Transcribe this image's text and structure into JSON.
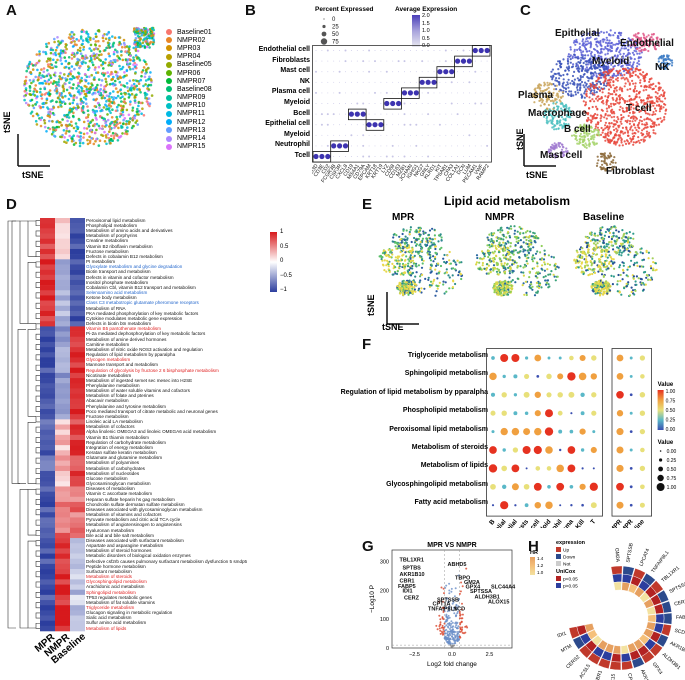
{
  "panels": {
    "A": {
      "letter": "A",
      "ylabel": "tSNE",
      "xlabel": "tSNE",
      "legend": [
        {
          "name": "Baseline01",
          "color": "#f8766d"
        },
        {
          "name": "NMPR02",
          "color": "#e88526"
        },
        {
          "name": "MPR03",
          "color": "#d39200"
        },
        {
          "name": "MPR04",
          "color": "#b79f00"
        },
        {
          "name": "Baseline05",
          "color": "#93aa00"
        },
        {
          "name": "MPR06",
          "color": "#5eb300"
        },
        {
          "name": "NMPR07",
          "color": "#00ba38"
        },
        {
          "name": "Baseline08",
          "color": "#00bf74"
        },
        {
          "name": "NMPR09",
          "color": "#00c19f"
        },
        {
          "name": "NMPR10",
          "color": "#00bfc4"
        },
        {
          "name": "NMPR11",
          "color": "#00b9e3"
        },
        {
          "name": "NMPR12",
          "color": "#00adfa"
        },
        {
          "name": "NMPR13",
          "color": "#619cff"
        },
        {
          "name": "NMPR14",
          "color": "#ae87ff"
        },
        {
          "name": "NMPR15",
          "color": "#db72fb"
        }
      ]
    },
    "B": {
      "letter": "B",
      "pct_title": "Percent Expressed",
      "pct_values": [
        "0",
        "25",
        "50",
        "75"
      ],
      "avg_title": "Average Expression",
      "avg_ticks": [
        "2.0",
        "1.5",
        "1.0",
        "0.5",
        "0.0"
      ],
      "rows": [
        "Endothelial cell",
        "Fibroblasts",
        "Mast cell",
        "NK",
        "Plasma cell",
        "Myeloid",
        "Bcell",
        "Epithelial cell",
        "Myeloid",
        "Neutrophil",
        "Tcell"
      ],
      "genes": [
        "CD3D",
        "CD3E",
        "CD2",
        "FCGR3B",
        "CSF3R",
        "CXCL8",
        "CD19",
        "MS4A1",
        "CD79A",
        "EPCAM",
        "KRT18",
        "KRT19",
        "LYZ",
        "CD68",
        "CD163",
        "MZB1",
        "JCHAIN",
        "IGHG1",
        "NKG7",
        "GNLY",
        "KLRD1",
        "KIT",
        "TPSAB1",
        "CPA3",
        "COL1A1",
        "DCN",
        "LUM",
        "PECAM1",
        "VWF",
        "RAMP2"
      ]
    },
    "C": {
      "letter": "C",
      "ylabel": "tSNE",
      "xlabel": "tSNE",
      "labels": [
        "Epithelial",
        "Endothelial",
        "Myeloid",
        "NK",
        "Plasma",
        "Macrophage",
        "T cell",
        "B cell",
        "Mast cell",
        "Fibroblast"
      ]
    },
    "D": {
      "letter": "D",
      "legend_ticks": [
        "1",
        "0.5",
        "0",
        "−0.5",
        "−1"
      ],
      "columns": [
        "MPR",
        "NMPR",
        "Baseline"
      ],
      "pathways": [
        {
          "name": "Peroxisomal lipid metabolism",
          "color": "#111"
        },
        {
          "name": "Phospholipid metabolism",
          "color": "#111"
        },
        {
          "name": "Metabolism of amino acids and derivatives",
          "color": "#111"
        },
        {
          "name": "Metabolism of porphyrins",
          "color": "#111"
        },
        {
          "name": "Creatine metabolism",
          "color": "#111"
        },
        {
          "name": "Vitamin B2 riboflavin metabolism",
          "color": "#111"
        },
        {
          "name": "Fructose metabolism",
          "color": "#111"
        },
        {
          "name": "Defects in cobalamin B12 metabolism",
          "color": "#111"
        },
        {
          "name": "PI metabolism",
          "color": "#111"
        },
        {
          "name": "Glyoxylate metabolism and glycine degradation",
          "color": "#2266cc"
        },
        {
          "name": "Biotin transport and metabolism",
          "color": "#111"
        },
        {
          "name": "Defects in vitamin and cofactor metabolism",
          "color": "#111"
        },
        {
          "name": "Inositol phosphate metabolism",
          "color": "#111"
        },
        {
          "name": "Cobalamin Cbl, vitamin B12 transport and metabolism",
          "color": "#111"
        },
        {
          "name": "Selenoamino acid metabolism",
          "color": "#2266cc"
        },
        {
          "name": "Ketone body metabolism",
          "color": "#111"
        },
        {
          "name": "Class C3 metabotropic glutamate pheromone receptors",
          "color": "#2266cc"
        },
        {
          "name": "Metabolism of RNA",
          "color": "#111"
        },
        {
          "name": "PKA mediated phosphorylation of key metabolic factors",
          "color": "#111"
        },
        {
          "name": "Cytokine modulates metabolic gene expression",
          "color": "#111"
        },
        {
          "name": "Defects in biotin btn metabolism",
          "color": "#111"
        },
        {
          "name": "Vitamin B5 pantothenate metabolism",
          "color": "#e02020"
        },
        {
          "name": "Pi-2a mediated dephosphorylation of key metabolic factors",
          "color": "#111"
        },
        {
          "name": "Metabolism of amine derived hormones",
          "color": "#111"
        },
        {
          "name": "Carnitine metabolism",
          "color": "#111"
        },
        {
          "name": "Metabolism of nitric oxide NOS3 activation and regulation",
          "color": "#111"
        },
        {
          "name": "Regulation of lipid metabolism by pparalpha",
          "color": "#111"
        },
        {
          "name": "Glycogen metabolism",
          "color": "#e02020"
        },
        {
          "name": "Mannose transport and metabolism",
          "color": "#111"
        },
        {
          "name": "Regulation of glycolysis by fructose 2 6 bisphosphate metabolism",
          "color": "#e02020"
        },
        {
          "name": "Nicotinate metabolism",
          "color": "#111"
        },
        {
          "name": "Metabolism of ingested semet sec mesec into H2SE",
          "color": "#111"
        },
        {
          "name": "Phenylalanine metabolism",
          "color": "#111"
        },
        {
          "name": "Metabolism of water soluble vitamins and cofactors",
          "color": "#111"
        },
        {
          "name": "Metabolism of folate and pterines",
          "color": "#111"
        },
        {
          "name": "Abacavir metabolism",
          "color": "#111"
        },
        {
          "name": "Phenylalanine and tyrosine metabolism",
          "color": "#111"
        },
        {
          "name": "Poco mediated transport of citrate metabolic and neuronal genes",
          "color": "#111"
        },
        {
          "name": "Fructose metabolism",
          "color": "#111"
        },
        {
          "name": "Linoleic acid LA metabolism",
          "color": "#111"
        },
        {
          "name": "Metabolism of cofactors",
          "color": "#111"
        },
        {
          "name": "Alpha linolenic OMEGA3 and linoleic OMEGA6 acid metabolism",
          "color": "#111"
        },
        {
          "name": "Vitamin B1 thiamin metabolism",
          "color": "#111"
        },
        {
          "name": "Regulation of carbohydrate metabolism",
          "color": "#111"
        },
        {
          "name": "Integration of energy metabolism",
          "color": "#111"
        },
        {
          "name": "Keratan sulfate keratin metabolism",
          "color": "#111"
        },
        {
          "name": "Glutamate and glutamine metabolism",
          "color": "#111"
        },
        {
          "name": "Metabolism of polyamines",
          "color": "#111"
        },
        {
          "name": "Metabolism of carbohydrates",
          "color": "#111"
        },
        {
          "name": "Metabolism of nucleotides",
          "color": "#111"
        },
        {
          "name": "Glucose metabolism",
          "color": "#111"
        },
        {
          "name": "Glycosaminoglycan metabolism",
          "color": "#111"
        },
        {
          "name": "Diseases of metabolism",
          "color": "#111"
        },
        {
          "name": "Vitamin C ascorbate metabolism",
          "color": "#111"
        },
        {
          "name": "Heparan sulfate heparin hs gag metabolism",
          "color": "#111"
        },
        {
          "name": "Chondroitin sulfate dermatan sulfate metabolism",
          "color": "#111"
        },
        {
          "name": "Diseases associated with glycosaminoglycan metabolism",
          "color": "#111"
        },
        {
          "name": "Metabolism of vitamins and cofactors",
          "color": "#111"
        },
        {
          "name": "Pyruvate metabolism and citric acid TCA cycle",
          "color": "#111"
        },
        {
          "name": "Metabolism of angiotensinogen to angiotensins",
          "color": "#111"
        },
        {
          "name": "Hyaluronan metabolism",
          "color": "#111"
        },
        {
          "name": "Bile acid and bile salt metabolism",
          "color": "#111"
        },
        {
          "name": "Diseases associated with surfactant metabolism",
          "color": "#111"
        },
        {
          "name": "Aspartate and asparagine metabolism",
          "color": "#111"
        },
        {
          "name": "Metabolism of steroid hormones",
          "color": "#111"
        },
        {
          "name": "Metabolic disorders of biological oxidation enzymes",
          "color": "#111"
        },
        {
          "name": "Defective csf2rb causes pulmonary surfactant metabolism dysfunction 5 smdp5",
          "color": "#111"
        },
        {
          "name": "Peptide hormone metabolism",
          "color": "#111"
        },
        {
          "name": "Surfactant metabolism",
          "color": "#111"
        },
        {
          "name": "Metabolism of steroids",
          "color": "#e02020"
        },
        {
          "name": "Glycosphingolipid metabolism",
          "color": "#e02020"
        },
        {
          "name": "Arachidonic acid metabolism",
          "color": "#111"
        },
        {
          "name": "Sphingolipid metabolism",
          "color": "#e02020"
        },
        {
          "name": "TP53 regulates metabolic genes",
          "color": "#111"
        },
        {
          "name": "Metabolism of fat soluble vitamins",
          "color": "#111"
        },
        {
          "name": "Triglyceride metabolism",
          "color": "#e02020"
        },
        {
          "name": "Glucagon signaling in metabolic regulation",
          "color": "#111"
        },
        {
          "name": "Sialic acid metabolism",
          "color": "#111"
        },
        {
          "name": "Sulfur amino acid metabolism",
          "color": "#111"
        },
        {
          "name": "Metabolism of lipids",
          "color": "#e02020"
        }
      ]
    },
    "E": {
      "letter": "E",
      "title": "Lipid acid metabolism",
      "groups": [
        "MPR",
        "NMPR",
        "Baseline"
      ],
      "ylabel": "tSNE",
      "xlabel": "tSNE"
    },
    "F": {
      "letter": "F",
      "rows": [
        "Triglyceride metabolism",
        "Sphingolipid metabolism",
        "Regulation of lipid metabolism by pparalpha",
        "Phospholipid metabolism",
        "Peroxisomal lipid metabolism",
        "Metabolism of steroids",
        "Metabolism of lipids",
        "Glycosphingolipid metabolism",
        "Fatty acid metabolism"
      ],
      "cols_left": [
        "B",
        "Endothelial",
        "Epithelial",
        "Fibroblasts",
        "Mast cell",
        "Myeloid",
        "Neutrophil",
        "Plasma",
        "Nature Kill",
        "T"
      ],
      "cols_right": [
        "MPR",
        "NMPR",
        "Baseline"
      ],
      "value_title": "Value",
      "value_ticks": [
        "1.00",
        "0.75",
        "0.50",
        "0.25",
        "0.00"
      ],
      "size_title": "Value",
      "size_ticks": [
        "0.00",
        "0.25",
        "0.50",
        "0.75",
        "1.00"
      ]
    },
    "G": {
      "letter": "G",
      "title": "MPR VS NMPR",
      "ylabel": "−Log10 P",
      "xlabel": "Log2 fold change",
      "xticks": [
        "−2.5",
        "0.0",
        "2.5"
      ],
      "yticks": [
        "0",
        "100",
        "200",
        "300"
      ],
      "genes": [
        "TBL1XR1",
        "SPTBS",
        "AKR1B10",
        "CBR1",
        "FABP5",
        "IDI1",
        "CERZ",
        "ABHD5",
        "TBPO",
        "GM2A",
        "GPX4",
        "SLC44A4",
        "SPTSSA",
        "ALDH3B1",
        "ALOX15",
        "SPTSSB",
        "CPT1A",
        "TNFAIP8L1",
        "SCD"
      ]
    },
    "H": {
      "letter": "H",
      "legend_title": "expression",
      "legend_items": [
        "Up",
        "Down",
        "Not"
      ],
      "unicox_title": "UniCox",
      "unicox_items": [
        "p<0.05",
        "p>0.05"
      ],
      "hr_title": "HR",
      "hr_ticks": [
        "1.4",
        "1.2",
        "1.0"
      ],
      "genes": [
        "GM2A",
        "SPTSSB",
        "LPCAT4",
        "TNFAIP8L1",
        "TBL1XR1",
        "SPTSSA",
        "CERZ",
        "FABP5",
        "SCD",
        "AKR1B10",
        "ALDH3B1",
        "GPX4",
        "AKR1D1",
        "CPT1A",
        "ALOX15",
        "CBR1",
        "ACSL5",
        "CERS2",
        "MTM",
        "IDI1"
      ]
    }
  }
}
